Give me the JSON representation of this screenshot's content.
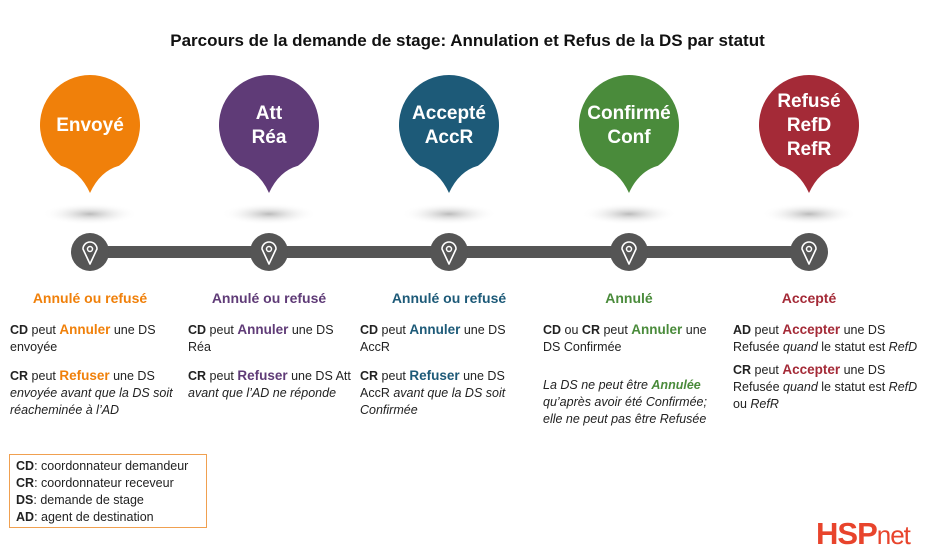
{
  "title": "Parcours de la demande de stage: Annulation et Refus de la DS par statut",
  "stages": [
    {
      "color": "#f0800a",
      "pin_lines": [
        "Envoyé"
      ],
      "status": "Annulé ou refusé",
      "paragraphs": [
        [
          {
            "t": "CD",
            "s": "b"
          },
          {
            "t": " peut "
          },
          {
            "t": "Annuler",
            "s": "kw"
          },
          {
            "t": " une DS envoyée"
          }
        ],
        [
          {
            "t": "CR",
            "s": "b"
          },
          {
            "t": " peut "
          },
          {
            "t": "Refuser",
            "s": "kw"
          },
          {
            "t": " une DS "
          },
          {
            "t": "envoyée avant que la DS soit réacheminée à l’AD",
            "s": "i"
          }
        ]
      ]
    },
    {
      "color": "#5f3b77",
      "pin_lines": [
        "Att",
        "Réa"
      ],
      "status": "Annulé ou refusé",
      "paragraphs": [
        [
          {
            "t": "CD",
            "s": "b"
          },
          {
            "t": " peut "
          },
          {
            "t": "Annuler",
            "s": "kw"
          },
          {
            "t": " une DS Réa"
          }
        ],
        [
          {
            "t": "CR",
            "s": "b"
          },
          {
            "t": " peut "
          },
          {
            "t": "Refuser",
            "s": "kw"
          },
          {
            "t": " une DS Att "
          },
          {
            "t": "avant que l’AD ne réponde",
            "s": "i"
          }
        ]
      ]
    },
    {
      "color": "#1d5a78",
      "pin_lines": [
        "Accepté",
        "AccR"
      ],
      "status": "Annulé ou refusé",
      "paragraphs": [
        [
          {
            "t": "CD",
            "s": "b"
          },
          {
            "t": " peut "
          },
          {
            "t": "Annuler",
            "s": "kw"
          },
          {
            "t": " une DS AccR"
          }
        ],
        [
          {
            "t": "CR",
            "s": "b"
          },
          {
            "t": " peut "
          },
          {
            "t": "Refuser",
            "s": "kw"
          },
          {
            "t": " une DS AccR "
          },
          {
            "t": "avant que la DS soit Confirmée",
            "s": "i"
          }
        ]
      ]
    },
    {
      "color": "#4a8b3b",
      "pin_lines": [
        "Confirmé",
        "Conf"
      ],
      "status": "Annulé",
      "paragraphs": [
        [
          {
            "t": "CD",
            "s": "b"
          },
          {
            "t": " ou "
          },
          {
            "t": "CR",
            "s": "b"
          },
          {
            "t": " peut "
          },
          {
            "t": "Annuler",
            "s": "kw"
          },
          {
            "t": " une DS Confirmée"
          }
        ],
        [
          {
            "t": "La DS ne peut être ",
            "s": "i"
          },
          {
            "t": "Annulée",
            "s": "kwi"
          },
          {
            "t": " qu’après avoir été Confirmée; elle ne peut pas être Refusée",
            "s": "i"
          }
        ]
      ]
    },
    {
      "color": "#a42a37",
      "pin_lines": [
        "Refusé",
        "RefD",
        "RefR"
      ],
      "status": "Accepté",
      "paragraphs": [
        [
          {
            "t": "AD",
            "s": "b"
          },
          {
            "t": " peut "
          },
          {
            "t": "Accepter",
            "s": "kw"
          },
          {
            "t": " une DS Refusée "
          },
          {
            "t": "quand",
            "s": "i"
          },
          {
            "t": " le statut est "
          },
          {
            "t": "RefD",
            "s": "i"
          }
        ],
        [
          {
            "t": "CR",
            "s": "b"
          },
          {
            "t": " peut "
          },
          {
            "t": "Accepter",
            "s": "kw"
          },
          {
            "t": " une DS Refusée "
          },
          {
            "t": "quand",
            "s": "i"
          },
          {
            "t": " le statut est "
          },
          {
            "t": "RefD",
            "s": "i"
          },
          {
            "t": " ou "
          },
          {
            "t": "RefR",
            "s": "i"
          }
        ]
      ]
    }
  ],
  "legend": [
    {
      "abbr": "CD",
      "text": ": coordonnateur demandeur"
    },
    {
      "abbr": "CR",
      "text": ": coordonnateur receveur"
    },
    {
      "abbr": "DS",
      "text": ": demande de stage"
    },
    {
      "abbr": "AD",
      "text": ": agent de destination"
    }
  ],
  "logo": {
    "part1": "HSP",
    "part2": "net"
  },
  "timeline_color": "#555555"
}
